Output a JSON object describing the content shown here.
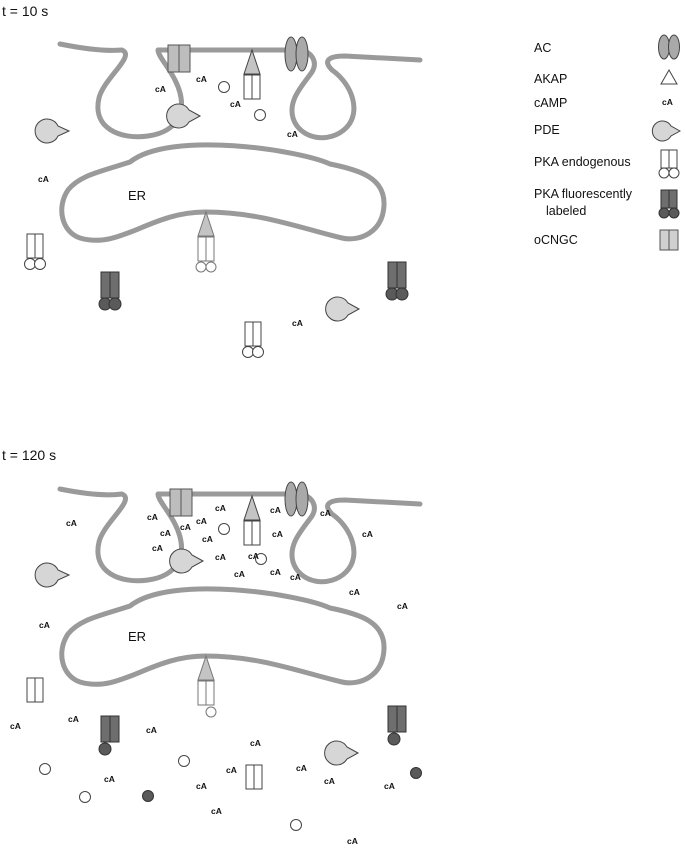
{
  "panels": [
    {
      "title": "t = 10 s",
      "er_label": "ER"
    },
    {
      "title": "t = 120 s",
      "er_label": "ER"
    }
  ],
  "legend": [
    {
      "label": "AC",
      "icon": "ac-icon"
    },
    {
      "label": "AKAP",
      "icon": "akap-icon"
    },
    {
      "label": "cAMP",
      "icon": "camp-icon",
      "symbol": "cA"
    },
    {
      "label": "PDE",
      "icon": "pde-icon"
    },
    {
      "label": "PKA endogenous",
      "icon": "pka-endogenous-icon"
    },
    {
      "label": "PKA fluorescently",
      "label2": "labeled",
      "icon": "pka-fluorescent-icon"
    },
    {
      "label": "oCNGC",
      "icon": "ocngc-icon"
    }
  ],
  "camp_symbol": "cA",
  "colors": {
    "membrane": "#9a9a9a",
    "protein_gray": "#a9a9a9",
    "pka_fluorescent": "#6e6e6e",
    "akap": "#c4c4c4"
  }
}
